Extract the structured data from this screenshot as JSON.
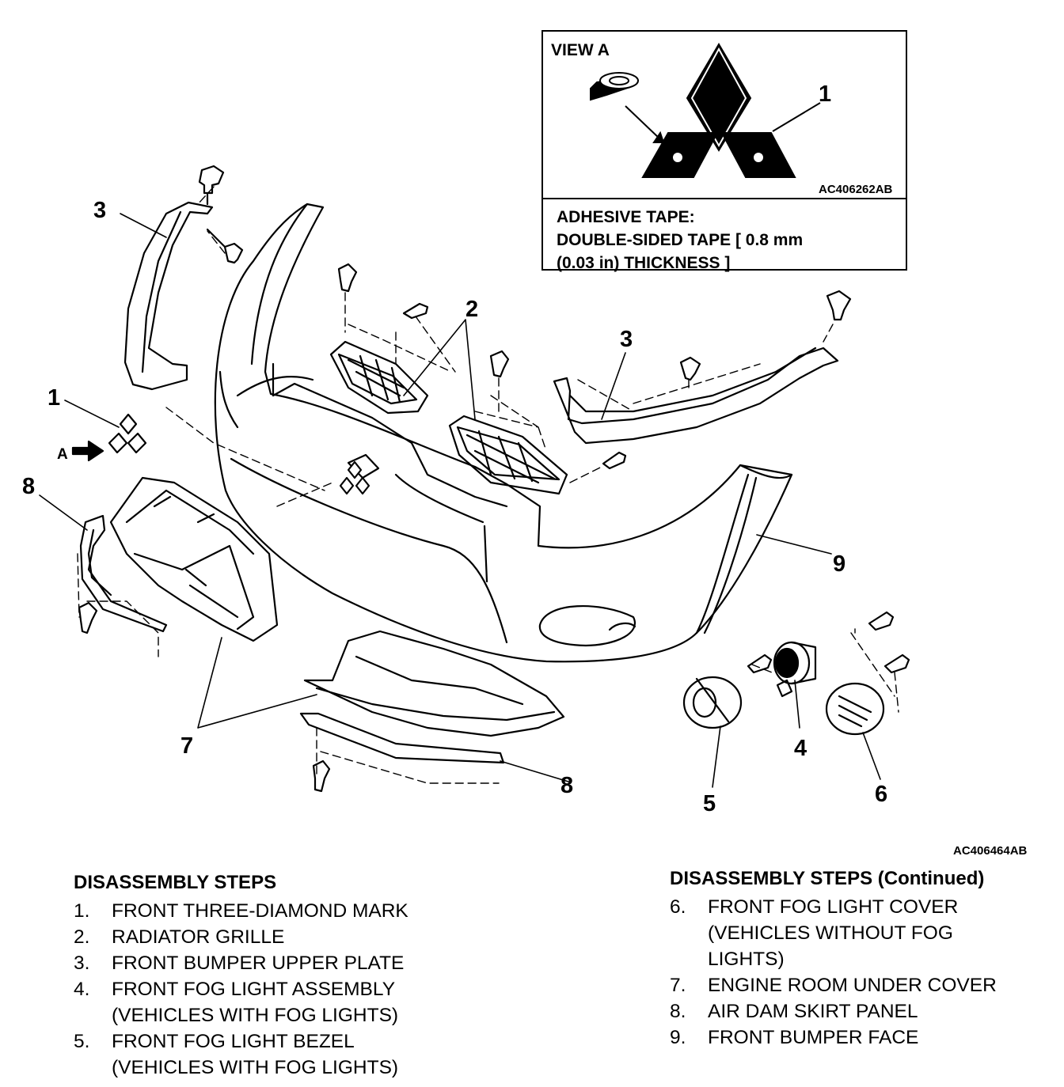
{
  "diagram": {
    "callouts": {
      "c1_left": "1",
      "c1_view": "1",
      "c2": "2",
      "c3_left": "3",
      "c3_right": "3",
      "c4": "4",
      "c5": "5",
      "c6": "6",
      "c7": "7",
      "c8_left": "8",
      "c8_bottom": "8",
      "c9": "9"
    },
    "view_arrow_label": "A",
    "figure_code": "AC406464AB"
  },
  "view_a": {
    "title": "VIEW A",
    "code": "AC406262AB",
    "note_lines": [
      "ADHESIVE TAPE:",
      "DOUBLE-SIDED TAPE [  0.8 mm",
      "(0.03 in) THICKNESS ]"
    ]
  },
  "steps_left": {
    "heading": "DISASSEMBLY STEPS",
    "items": [
      {
        "num": "1.",
        "text": "FRONT THREE-DIAMOND MARK"
      },
      {
        "num": "2.",
        "text": "RADIATOR GRILLE"
      },
      {
        "num": "3.",
        "text": "FRONT BUMPER UPPER PLATE"
      },
      {
        "num": "4.",
        "text": "FRONT FOG LIGHT ASSEMBLY\n(VEHICLES WITH FOG LIGHTS)"
      },
      {
        "num": "5.",
        "text": "FRONT FOG LIGHT BEZEL\n(VEHICLES WITH FOG LIGHTS)"
      }
    ]
  },
  "steps_right": {
    "heading": "DISASSEMBLY STEPS (Continued)",
    "items": [
      {
        "num": "6.",
        "text": "FRONT FOG LIGHT COVER\n(VEHICLES WITHOUT FOG\nLIGHTS)"
      },
      {
        "num": "7.",
        "text": "ENGINE ROOM UNDER COVER"
      },
      {
        "num": "8.",
        "text": "AIR DAM SKIRT PANEL"
      },
      {
        "num": "9.",
        "text": "FRONT BUMPER FACE"
      }
    ]
  }
}
